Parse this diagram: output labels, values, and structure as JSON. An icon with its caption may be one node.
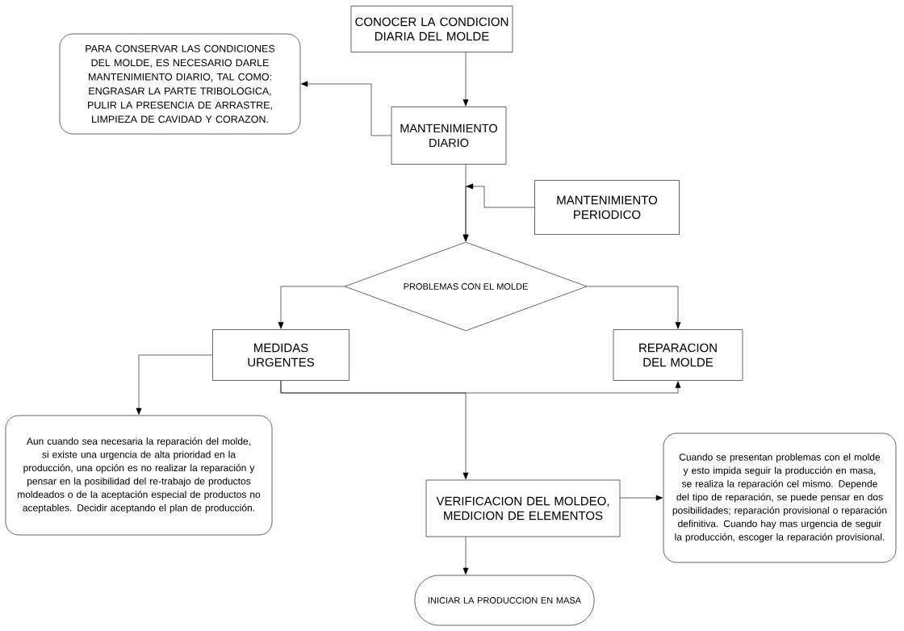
{
  "diagram": {
    "nodes": [
      {
        "text": [
          "CONOCER LA CONDICION DIARIA DEL MOLDE"
        ]
      },
      {
        "text": [
          "PARA CONSERVAR LAS CONDICIONES DEL MOLDE, ES NECESARIO DARLE MANTENIMIENTO DIARIO, TAL COMO: ENGRASAR LA PARTE TRIBOLOGICA, PULIR LA PRESENCIA DE ARRASTRE, LIMPIEZA DE CAVIDAD Y CORAZON."
        ]
      },
      {
        "text": [
          "MANTENIMIENTO DIARIO"
        ]
      },
      {
        "text": [
          "MANTENIMIENTO PERIODICO"
        ]
      },
      {
        "text": [
          "PROBLEMAS CON EL MOLDE"
        ]
      },
      {
        "text": [
          "MEDIDAS URGENTES"
        ]
      },
      {
        "text": [
          "REPARACION DEL MOLDE"
        ]
      },
      {
        "text": [
          "Aun cuando sea necesaria la reparación del molde, si existe una urgencia de alta prioridad en la producción, una opción es no realizar la reparación y pensar en la posibilidad del re-trabajo de productos moldeados o de la aceptación especial de productos no aceptables. Decidir aceptando el plan de producción."
        ]
      },
      {
        "text": [
          "VERIFICACION DEL MOLDEO, MEDICION DE ELEMENTOS"
        ]
      },
      {
        "text": [
          "Cuando se presentan problemas con el molde y esto impida seguir la producción en masa, se realiza la reparación cel mismo. Depende del tipo de reparación, se puede pensar en dos posibilidades; reparación provisional o reparación definitiva. Cuando hay mas urgencia de seguir la producción, escoger la reparación provisional."
        ]
      },
      {
        "text": [
          "INICIAR LA PRODUCCION EN MASA"
        ]
      }
    ],
    "edges": [
      {
        "from": 0,
        "to": 2,
        "arrow": "to"
      },
      {
        "from": 2,
        "to": 1,
        "arrow": "to"
      },
      {
        "from": 2,
        "to": 4,
        "arrow": "to"
      },
      {
        "from": 3,
        "to": 4,
        "arrow": "to"
      },
      {
        "from": 4,
        "to": 5,
        "arrow": "to"
      },
      {
        "from": 4,
        "to": 6,
        "arrow": "to"
      },
      {
        "from": 5,
        "to": 7,
        "arrow": "to"
      },
      {
        "from": 5,
        "to": 6,
        "arrow": "to"
      },
      {
        "from": 5,
        "to": 8,
        "arrow": "to"
      },
      {
        "from": 8,
        "to": 9,
        "arrow": "to"
      },
      {
        "from": 8,
        "to": 10,
        "arrow": "to"
      }
    ]
  }
}
